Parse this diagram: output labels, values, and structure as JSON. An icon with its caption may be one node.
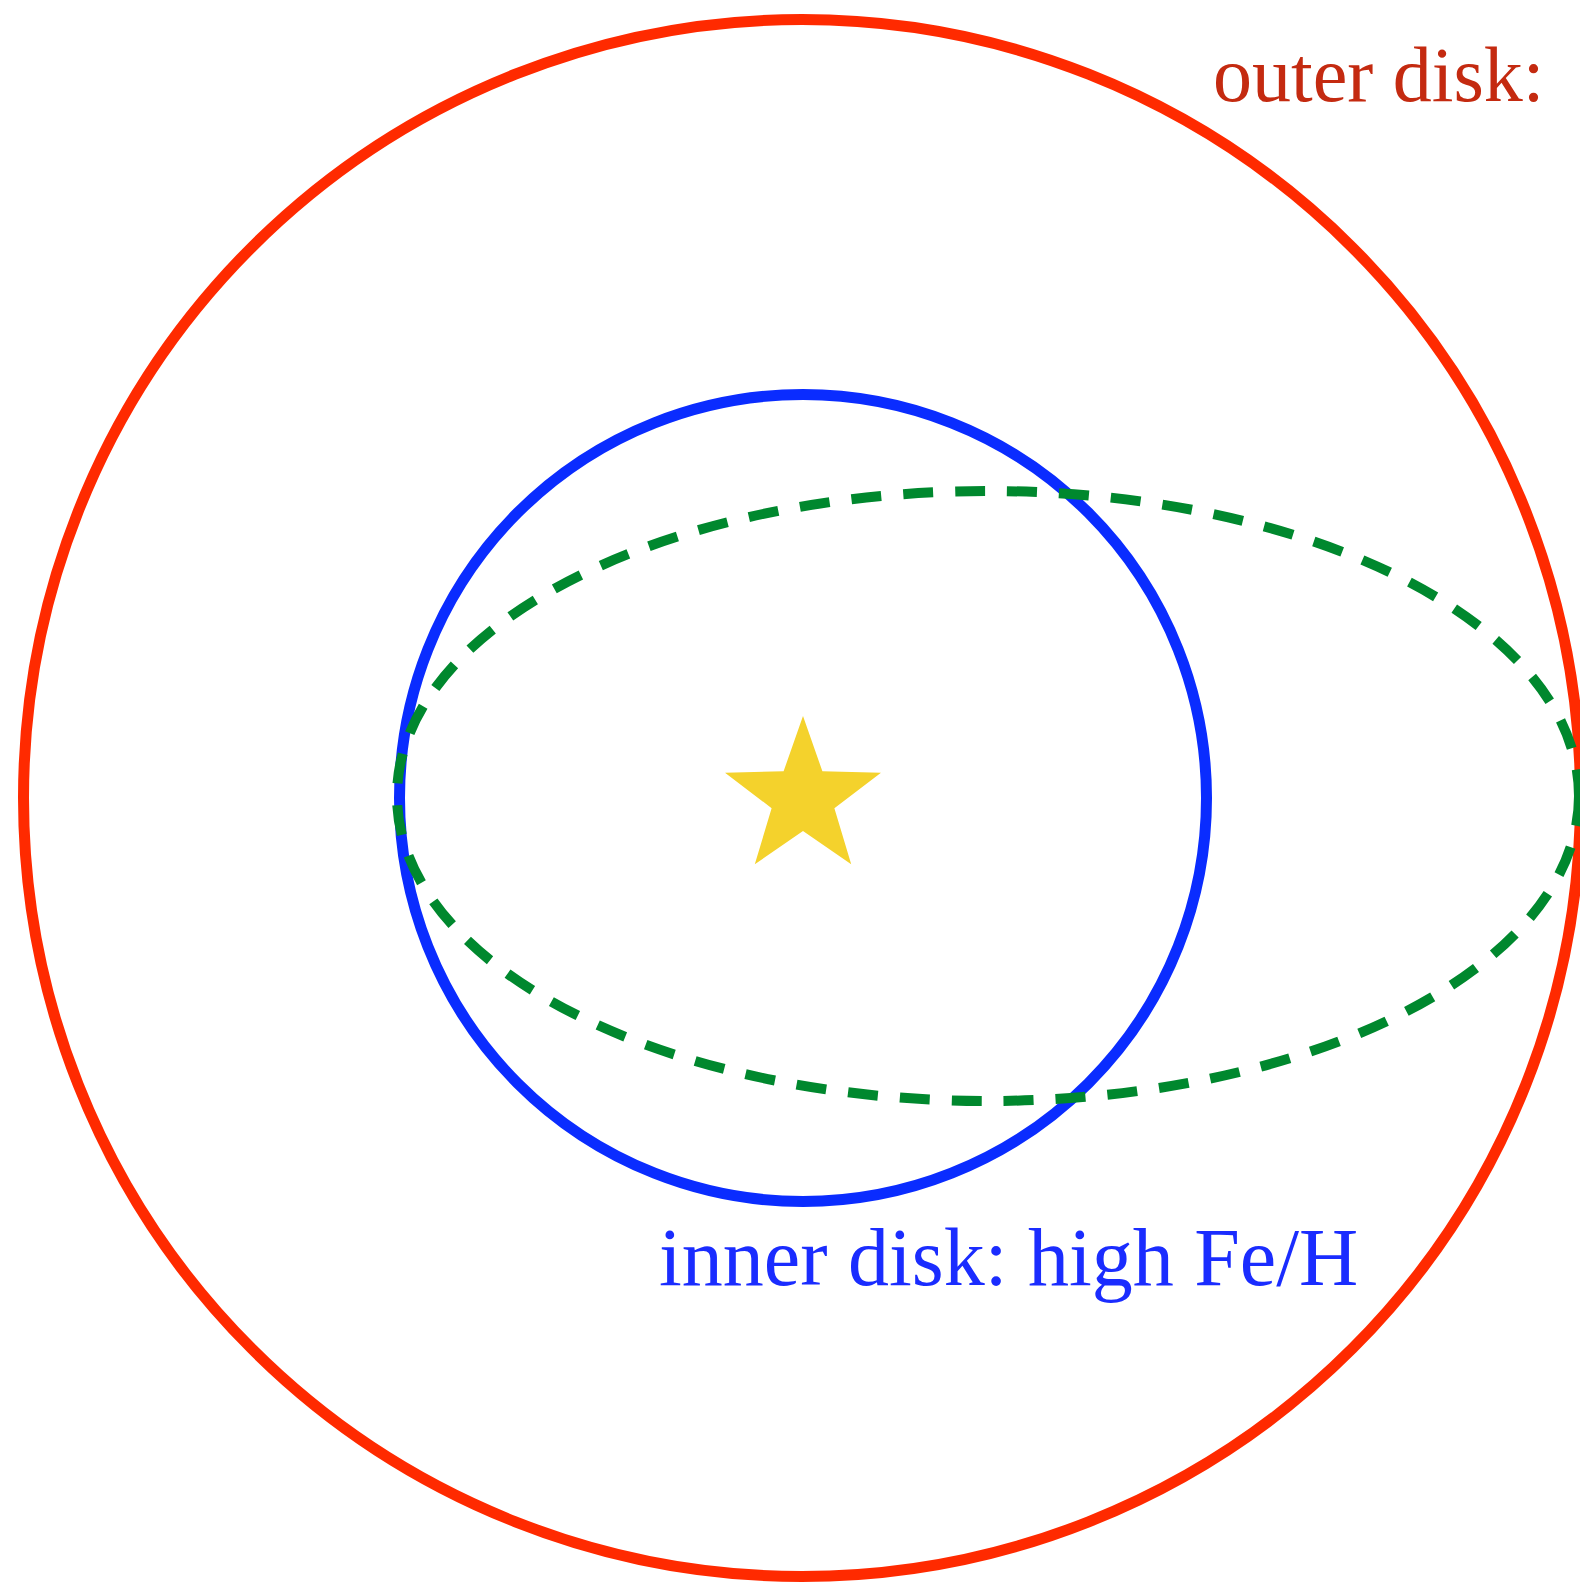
{
  "diagram": {
    "nodes": [
      {
        "text": [
          "outer disk:"
        ]
      },
      {
        "text": [
          "inner disk: high Fe/H"
        ],
        "in": 0
      },
      {
        "text": [],
        "shape": "ellipse",
        "in": 0
      }
    ]
  }
}
